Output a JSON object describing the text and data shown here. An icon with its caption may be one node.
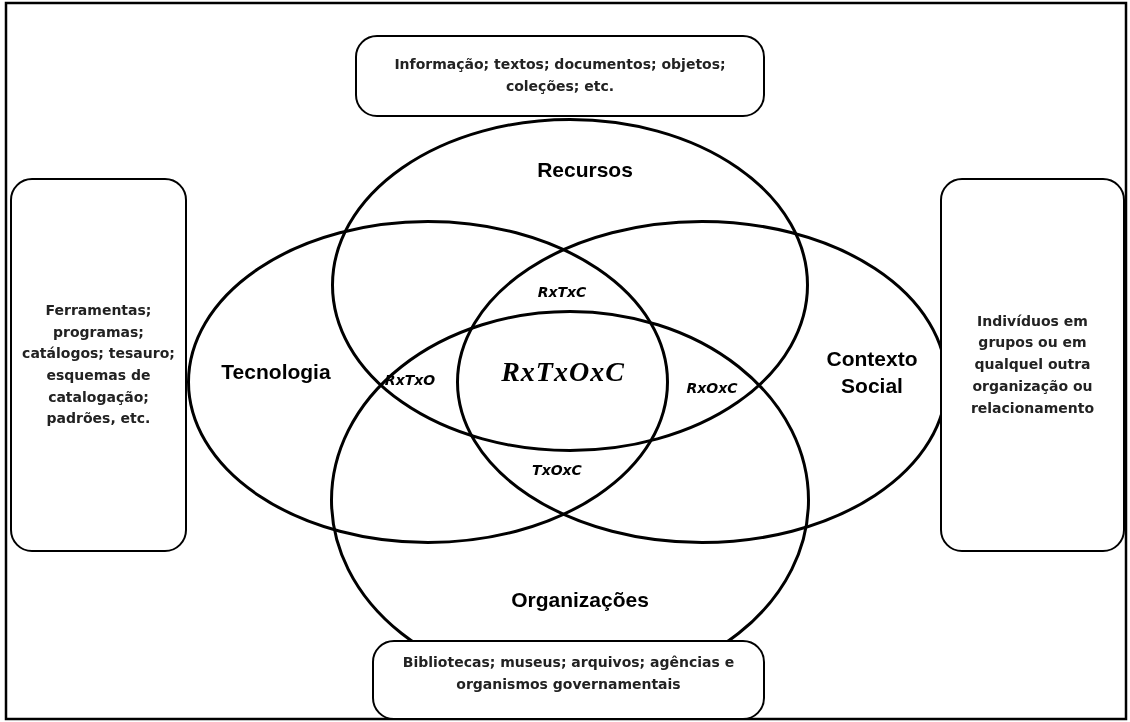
{
  "diagram": {
    "nodes": [
      {
        "text": [
          "Informação; textos; documentos; objetos; coleções; etc."
        ]
      },
      {
        "text": [
          "Recursos"
        ]
      },
      {
        "text": [
          "Ferramentas; programas; catálogos; tesauro; esquemas de catalogação; padrões, etc."
        ]
      },
      {
        "text": [
          "Tecnologia"
        ]
      },
      {
        "text": [
          "Contexto Social"
        ]
      },
      {
        "text": [
          "Indivíduos em grupos ou em qualquel outra organização ou relacionamento"
        ]
      },
      {
        "text": [
          "Organizações"
        ]
      },
      {
        "text": [
          "Bibliotecas; museus; arquivos; agências e organismos governamentais"
        ]
      }
    ],
    "labels": [
      "RxTxC",
      "RxTxO",
      "RxTxOxC",
      "RxOxC",
      "TxOxC"
    ]
  }
}
